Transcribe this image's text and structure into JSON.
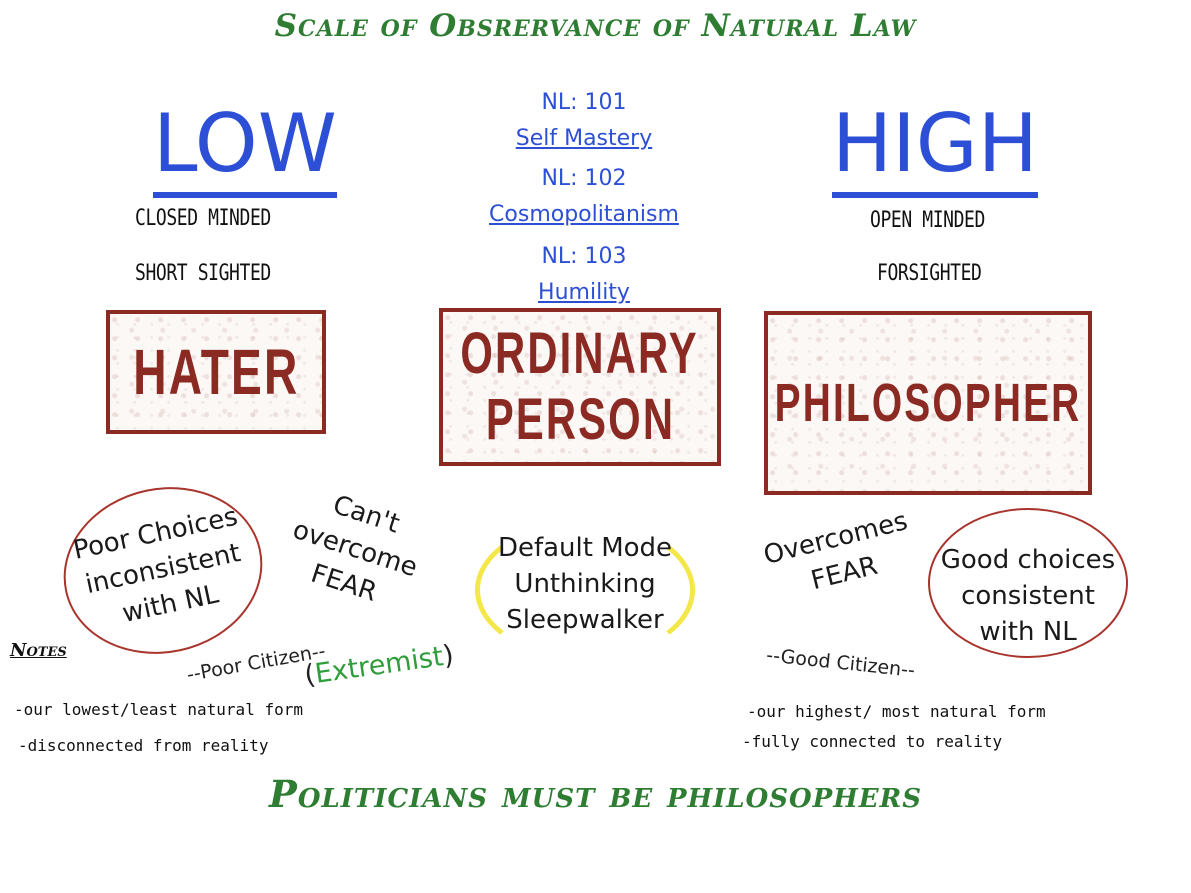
{
  "title": "Scale of Obsrervance of Natural Law",
  "footer": "Politicians must be philosophers",
  "low": {
    "label": "LOW",
    "traits": [
      "CLOSED MINDED",
      "SHORT SIGHTED"
    ],
    "sign": "HATER",
    "fear": [
      "Can't",
      "overcome",
      "FEAR"
    ],
    "choices": [
      "Poor Choices",
      "inconsistent",
      "with NL"
    ],
    "citizen": "--Poor Citizen--",
    "extremist": "Extremist",
    "notes_heading": "Notes",
    "notes": [
      "-our lowest/least natural form",
      "-disconnected from reality"
    ]
  },
  "middle": {
    "courses": [
      {
        "code": "NL: 101",
        "name": "Self Mastery"
      },
      {
        "code": "NL: 102",
        "name": "Cosmopolitanism"
      },
      {
        "code": "NL: 103",
        "name": "Humility"
      }
    ],
    "sign": [
      "ORDINARY",
      "PERSON"
    ],
    "mode": [
      "Default Mode",
      "Unthinking",
      "Sleepwalker"
    ]
  },
  "high": {
    "label": "HIGH",
    "traits": [
      "OPEN MINDED",
      "FORSIGHTED"
    ],
    "sign": "PHILOSOPHER",
    "fear": [
      "Overcomes",
      "FEAR"
    ],
    "choices": [
      "Good choices",
      "consistent",
      "with NL"
    ],
    "citizen": "--Good Citizen--",
    "notes": [
      "-our highest/ most natural form",
      "-fully connected to reality"
    ]
  },
  "colors": {
    "title_green": "#2e7d32",
    "level_blue": "#2d4fd6",
    "sign_red": "#8b2a22",
    "bracket_yellow": "#f4e74a",
    "extremist_green": "#2e9d3a"
  }
}
